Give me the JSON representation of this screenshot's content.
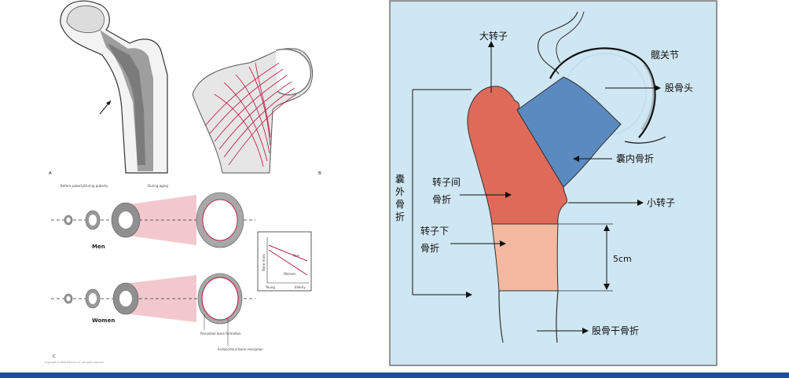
{
  "left_figure": {
    "panel_labels": {
      "a": "A",
      "b": "B",
      "c": "C"
    },
    "stages": [
      "Before puberty",
      "During puberty",
      "During aging"
    ],
    "groups": {
      "men": "Men",
      "women": "Women"
    },
    "inset": {
      "ylabel": "Bone mass",
      "xlabel_start": "Young",
      "xlabel_end": "Elderly",
      "series_men": "Men",
      "series_women": "Women"
    },
    "callouts": {
      "periosteal": "Periosteal bone formation",
      "endocortical": "Endocortical bone resorption"
    },
    "copyright": "Copyright © 2006 Elsevier Inc. All rights reserved",
    "colors": {
      "trabecular_lines": "#c0284f",
      "bone_grey": "#8c8c8c",
      "cortex_red": "#e79aa5"
    }
  },
  "right_figure": {
    "background": "#cfe6f3",
    "regions": [
      {
        "name": "greater-trochanter",
        "color": "#e06a5a"
      },
      {
        "name": "intracapsular",
        "color": "#5b8ac0"
      },
      {
        "name": "subtrochanteric",
        "color": "#f2b8a0"
      }
    ],
    "labels": {
      "greater_trochanter": "大转子",
      "hip_joint": "髋关节",
      "femoral_head": "股骨头",
      "intracapsular_fracture": "囊内骨折",
      "intertrochanteric_line1": "转子间",
      "intertrochanteric_line2": "骨折",
      "lesser_trochanter": "小转子",
      "subtrochanteric_line1": "转子下",
      "subtrochanteric_line2": "骨折",
      "extracapsular": [
        "囊",
        "外",
        "骨",
        "折"
      ],
      "distance": "5cm",
      "shaft_fracture": "股骨干骨折"
    }
  }
}
